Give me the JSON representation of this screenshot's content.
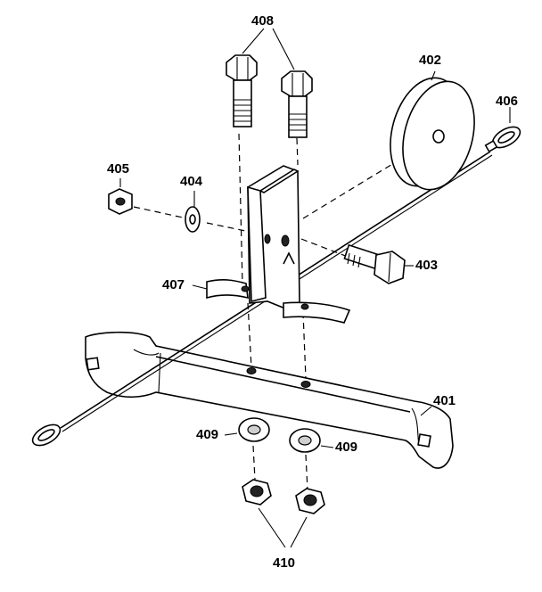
{
  "labels": {
    "p401": "401",
    "p402": "402",
    "p403": "403",
    "p404": "404",
    "p405": "405",
    "p406": "406",
    "p407": "407",
    "p408": "408",
    "p409a": "409",
    "p409b": "409",
    "p410": "410"
  }
}
